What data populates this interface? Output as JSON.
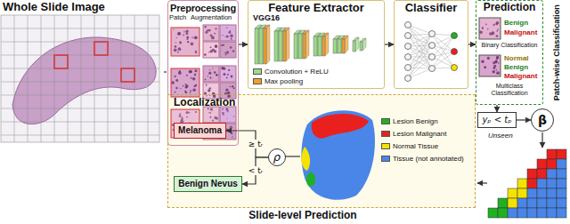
{
  "diagram": {
    "nodes": [
      {
        "text": [
          "Whole Slide Image"
        ]
      },
      {
        "text": [
          "Preprocessing"
        ]
      },
      {
        "text": [
          "Feature Extractor"
        ]
      },
      {
        "text": [
          "Classifier"
        ]
      },
      {
        "text": [
          "Prediction"
        ]
      },
      {
        "text": [
          "yₚ < tₚ"
        ]
      },
      {
        "text": [
          "β"
        ]
      },
      {
        "text": [
          "Localization"
        ]
      },
      {
        "text": [
          "Melanoma"
        ],
        "in": 7
      },
      {
        "text": [
          "Benign Nevus"
        ],
        "in": 7
      },
      {
        "text": [
          "ρ"
        ],
        "in": 7
      }
    ],
    "edges": [
      {
        "from": 0,
        "to": 1,
        "arrow": "none"
      },
      {
        "from": 1,
        "to": 2,
        "arrow": "to"
      },
      {
        "from": 2,
        "to": 3,
        "arrow": "to"
      },
      {
        "from": 3,
        "to": 4,
        "arrow": "to"
      },
      {
        "from": 4,
        "to": 5,
        "arrow": "to"
      },
      {
        "from": 5,
        "to": 6,
        "arrow": "to"
      },
      {
        "from": 10,
        "to": 8,
        "label": "≥ tᵣ",
        "arrow": "to"
      },
      {
        "from": 10,
        "to": 9,
        "label": "< tᵣ",
        "arrow": "to"
      }
    ],
    "labels": [
      "Patch",
      "Augmentation",
      "VGG16",
      "Benign",
      "Malignant",
      "Binary Classification",
      "Normal",
      "Benign",
      "Malignant",
      "Multiclass Classification",
      "Patch-wise Classification",
      "Unseen",
      "Slide-level Prediction"
    ],
    "legend": [
      {
        "text": "Convolution + ReLU",
        "color": "#9ed98a"
      },
      {
        "text": "Max pooling",
        "color": "#f0a030"
      },
      {
        "text": "Lesion Benign",
        "color": "#22b022"
      },
      {
        "text": "Lesion Malignant",
        "color": "#e8211e"
      },
      {
        "text": "Normal Tissue",
        "color": "#f4e300"
      },
      {
        "text": "Tissue (not annotated)",
        "color": "#4a86e8"
      }
    ]
  }
}
